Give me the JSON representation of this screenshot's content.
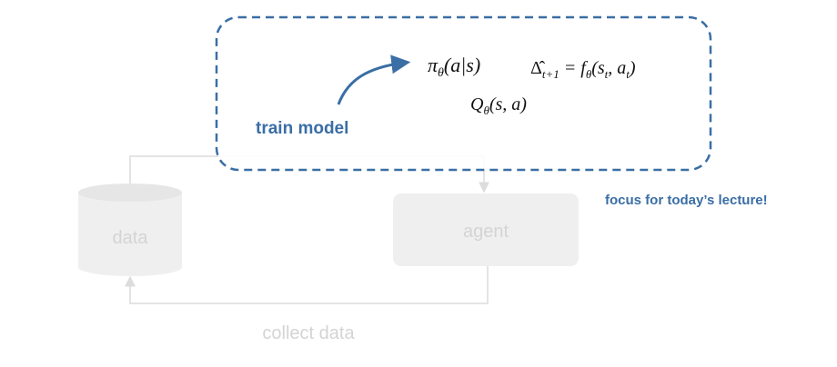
{
  "colors": {
    "accent_blue": "#3a6ea5",
    "faded_gray_fill": "#efefef",
    "faded_gray_text": "#d4d4d4",
    "faded_gray_line": "#dcdcdc"
  },
  "highlight_box": {
    "annotation": "train model",
    "formulas": {
      "policy": {
        "pi": "π",
        "theta": "θ",
        "args": "(a|s)"
      },
      "dynamics": {
        "delta": "Δ̂",
        "sub": "t+1",
        "eq": " = f",
        "theta": "θ",
        "args": "(s",
        "s_sub": "t",
        "comma": ", a",
        "a_sub": "t",
        "close": ")"
      },
      "q_function": {
        "q": "Q",
        "theta": "θ",
        "args": "(s, a)"
      }
    }
  },
  "side_note": "focus for today’s lecture!",
  "nodes": {
    "data": "data",
    "agent": "agent"
  },
  "loop_label": "collect data"
}
